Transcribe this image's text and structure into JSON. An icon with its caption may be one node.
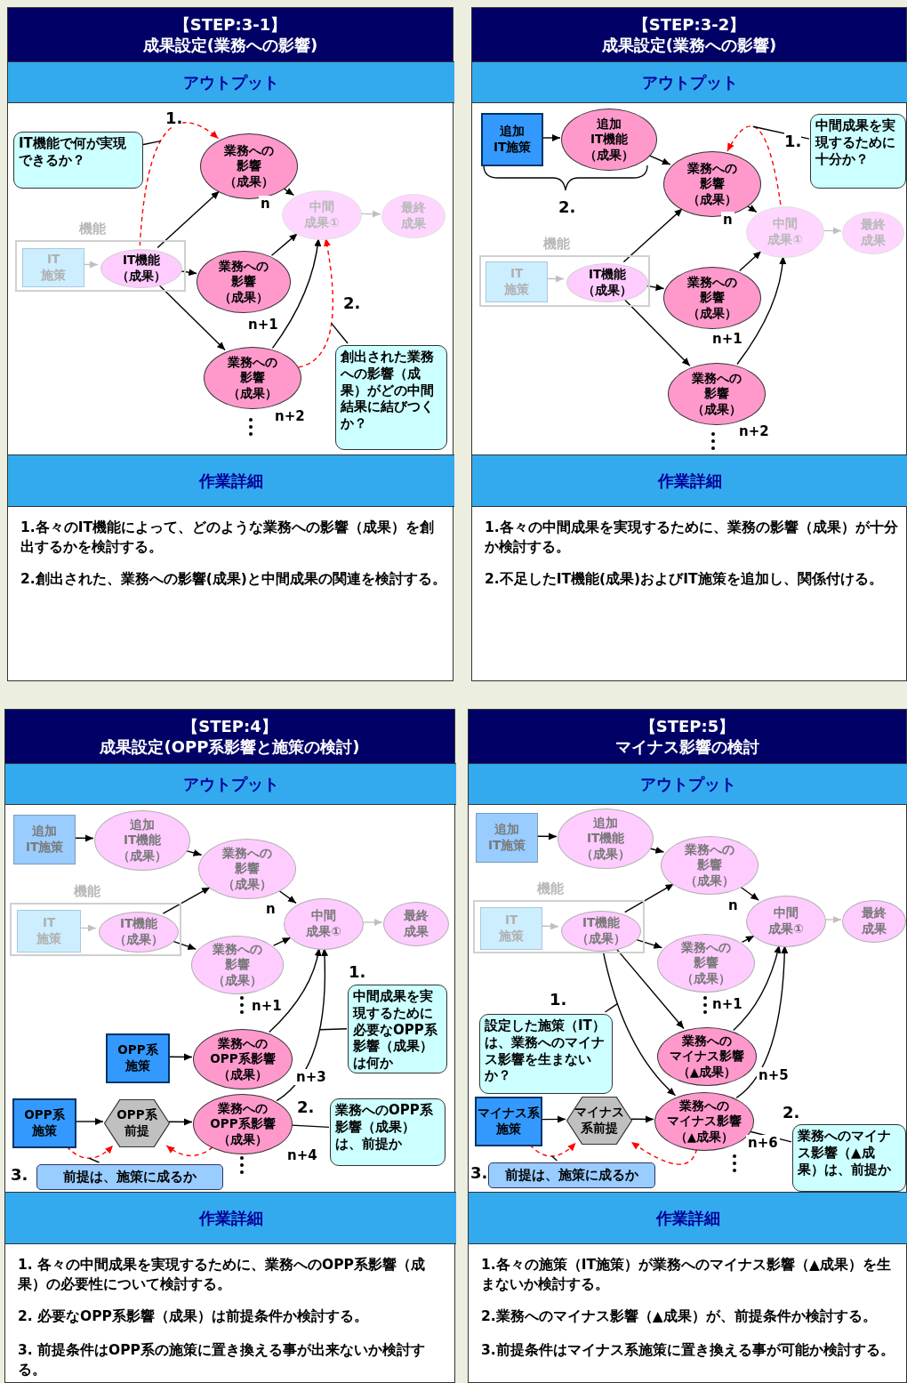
{
  "diagram": {
    "nodes": [
      {
        "text": [
          "【STEP:3-1】成果設定(業務への影響)"
        ]
      },
      {
        "text": [
          "アウトプット"
        ],
        "in": 0
      },
      {
        "text": [
          "IT機能で何が実現できるか？"
        ],
        "in": 1
      },
      {
        "text": [
          "機能"
        ],
        "in": 1
      },
      {
        "text": [
          "IT施策"
        ],
        "in": 3
      },
      {
        "text": [
          "IT機能（成果）"
        ],
        "in": 3
      },
      {
        "text": [
          "業務への影響（成果）"
        ],
        "in": 1,
        "beside": [
          "n"
        ]
      },
      {
        "text": [
          "業務への影響（成果）"
        ],
        "in": 1,
        "beside": [
          "n+1"
        ]
      },
      {
        "text": [
          "業務への影響（成果）"
        ],
        "in": 1,
        "beside": [
          "n+2"
        ]
      },
      {
        "text": [
          "中間成果①"
        ],
        "in": 1
      },
      {
        "text": [
          "最終成果"
        ],
        "in": 1
      },
      {
        "text": [
          "創出された業務への影響（成果）がどの中間結果に結びつくか？"
        ],
        "in": 1
      },
      {
        "text": [
          "作業詳細",
          "1.各々のIT機能によって、どのような業務への影響（成果）を創出するかを検討する。",
          "2.創出された、業務への影響(成果)と中間成果の関連を検討する。"
        ],
        "in": 0
      },
      {
        "text": [
          "【STEP:3-2】成果設定(業務への影響)"
        ]
      },
      {
        "text": [
          "アウトプット"
        ],
        "in": 13
      },
      {
        "text": [
          "追加IT施策"
        ],
        "in": 14
      },
      {
        "text": [
          "追加IT機能（成果）"
        ],
        "in": 14
      },
      {
        "text": [
          "機能"
        ],
        "in": 14
      },
      {
        "text": [
          "IT施策"
        ],
        "in": 17
      },
      {
        "text": [
          "IT機能（成果）"
        ],
        "in": 17
      },
      {
        "text": [
          "業務への影響（成果）"
        ],
        "in": 14,
        "beside": [
          "n"
        ]
      },
      {
        "text": [
          "業務への影響（成果）"
        ],
        "in": 14,
        "beside": [
          "n+1"
        ]
      },
      {
        "text": [
          "業務への影響（成果）"
        ],
        "in": 14,
        "beside": [
          "n+2"
        ]
      },
      {
        "text": [
          "中間成果①"
        ],
        "in": 14
      },
      {
        "text": [
          "最終成果"
        ],
        "in": 14
      },
      {
        "text": [
          "中間成果を実現するために十分か？"
        ],
        "in": 14
      },
      {
        "text": [
          "作業詳細",
          "1.各々の中間成果を実現するために、業務の影響（成果）が十分か検討する。",
          "2.不足したIT機能(成果)およびIT施策を追加し、関係付ける。"
        ],
        "in": 13
      },
      {
        "text": [
          "【STEP:4】成果設定(OPP系影響と施策の検討)"
        ]
      },
      {
        "text": [
          "アウトプット"
        ],
        "in": 27
      },
      {
        "text": [
          "追加IT施策"
        ],
        "in": 28
      },
      {
        "text": [
          "追加IT機能（成果）"
        ],
        "in": 28
      },
      {
        "text": [
          "機能"
        ],
        "in": 28
      },
      {
        "text": [
          "IT施策"
        ],
        "in": 31
      },
      {
        "text": [
          "IT機能（成果）"
        ],
        "in": 31
      },
      {
        "text": [
          "業務への影響（成果）"
        ],
        "in": 28,
        "beside": [
          "n"
        ]
      },
      {
        "text": [
          "業務への影響（成果）"
        ],
        "in": 28,
        "beside": [
          "n+1"
        ]
      },
      {
        "text": [
          "中間成果①"
        ],
        "in": 28
      },
      {
        "text": [
          "最終成果"
        ],
        "in": 28
      },
      {
        "text": [
          "OPP系施策"
        ],
        "in": 28
      },
      {
        "text": [
          "業務へのOPP系影響（成果）"
        ],
        "in": 28,
        "beside": [
          "n+3"
        ]
      },
      {
        "text": [
          "OPP系施策"
        ],
        "in": 28
      },
      {
        "text": [
          "OPP系前提"
        ],
        "in": 28
      },
      {
        "text": [
          "業務へのOPP系影響（成果）"
        ],
        "in": 28,
        "beside": [
          "n+4"
        ]
      },
      {
        "text": [
          "中間成果を実現するために必要なOPP系影響（成果）は何か"
        ],
        "in": 28
      },
      {
        "text": [
          "業務へのOPP系影響（成果）は、前提か"
        ],
        "in": 28
      },
      {
        "text": [
          "前提は、施策に成るか"
        ],
        "in": 28
      },
      {
        "text": [
          "作業詳細",
          "1. 各々の中間成果を実現するために、業務へのOPP系影響（成果）の必要性について検討する。",
          "2. 必要なOPP系影響（成果）は前提条件か検討する。",
          "3. 前提条件はOPP系の施策に置き換える事が出来ないか検討する。"
        ],
        "in": 27
      },
      {
        "text": [
          "【STEP:5】マイナス影響の検討"
        ]
      },
      {
        "text": [
          "アウトプット"
        ],
        "in": 47
      },
      {
        "text": [
          "追加IT施策"
        ],
        "in": 48
      },
      {
        "text": [
          "追加IT機能（成果）"
        ],
        "in": 48
      },
      {
        "text": [
          "機能"
        ],
        "in": 48
      },
      {
        "text": [
          "IT施策"
        ],
        "in": 51
      },
      {
        "text": [
          "IT機能（成果）"
        ],
        "in": 51
      },
      {
        "text": [
          "業務への影響（成果）"
        ],
        "in": 48,
        "beside": [
          "n"
        ]
      },
      {
        "text": [
          "業務への影響（成果）"
        ],
        "in": 48,
        "beside": [
          "n+1"
        ]
      },
      {
        "text": [
          "中間成果①"
        ],
        "in": 48
      },
      {
        "text": [
          "最終成果"
        ],
        "in": 48
      },
      {
        "text": [
          "設定した施策（IT）は、業務へのマイナス影響を生まないか？"
        ],
        "in": 48
      },
      {
        "text": [
          "業務へのマイナス影響（▲成果）"
        ],
        "in": 48,
        "beside": [
          "n+5"
        ]
      },
      {
        "text": [
          "マイナス系施策"
        ],
        "in": 48
      },
      {
        "text": [
          "マイナス系前提"
        ],
        "in": 48
      },
      {
        "text": [
          "業務へのマイナス影響（▲成果）"
        ],
        "in": 48,
        "beside": [
          "n+6"
        ]
      },
      {
        "text": [
          "業務へのマイナス影響（▲成果）は、前提か"
        ],
        "in": 48
      },
      {
        "text": [
          "前提は、施策に成るか"
        ],
        "in": 48
      },
      {
        "text": [
          "作業詳細",
          "1.各々の施策（IT施策）が業務へのマイナス影響（▲成果）を生まないか検討する。",
          "2.業務へのマイナス影響（▲成果）が、前提条件か検討する。",
          "3.前提条件はマイナス系施策に置き換える事が可能か検討する。"
        ],
        "in": 47
      }
    ],
    "edges": [
      {
        "from": 4,
        "to": 5,
        "arrow": "to",
        "color": "#c0c0c0"
      },
      {
        "from": 5,
        "to": 6,
        "arrow": "to"
      },
      {
        "from": 5,
        "to": 7,
        "arrow": "to"
      },
      {
        "from": 5,
        "to": 8,
        "arrow": "to"
      },
      {
        "from": 6,
        "to": 9,
        "arrow": "to"
      },
      {
        "from": 7,
        "to": 9,
        "arrow": "to"
      },
      {
        "from": 8,
        "to": 9,
        "arrow": "to"
      },
      {
        "from": 9,
        "to": 10,
        "arrow": "to",
        "color": "#c0c0c0"
      },
      {
        "from": 5,
        "to": 6,
        "arrow": "to",
        "label": "1.",
        "style": "dashed",
        "color": "#ff0000"
      },
      {
        "from": 8,
        "to": 9,
        "arrow": "to",
        "label": "2.",
        "style": "dashed",
        "color": "#ff0000"
      },
      {
        "from": 2,
        "to": null,
        "arrow": "none"
      },
      {
        "from": 11,
        "to": null,
        "arrow": "none"
      },
      {
        "from": 15,
        "to": 16,
        "arrow": "to"
      },
      {
        "from": 16,
        "to": 20,
        "arrow": "to"
      },
      {
        "from": 18,
        "to": 19,
        "arrow": "to",
        "color": "#c0c0c0"
      },
      {
        "from": 19,
        "to": 20,
        "arrow": "to"
      },
      {
        "from": 19,
        "to": 21,
        "arrow": "to"
      },
      {
        "from": 19,
        "to": 22,
        "arrow": "to"
      },
      {
        "from": 20,
        "to": 23,
        "arrow": "to"
      },
      {
        "from": 21,
        "to": 23,
        "arrow": "to"
      },
      {
        "from": 22,
        "to": 23,
        "arrow": "to"
      },
      {
        "from": 23,
        "to": 24,
        "arrow": "to",
        "color": "#c0c0c0"
      },
      {
        "from": 23,
        "to": 20,
        "arrow": "to",
        "label": "1.",
        "style": "dashed",
        "color": "#ff0000"
      },
      {
        "from": 25,
        "to": null,
        "arrow": "none"
      },
      {
        "from": 29,
        "to": 30,
        "arrow": "to"
      },
      {
        "from": 30,
        "to": 34,
        "arrow": "to"
      },
      {
        "from": 32,
        "to": 33,
        "arrow": "to",
        "color": "#c0c0c0"
      },
      {
        "from": 33,
        "to": 34,
        "arrow": "to"
      },
      {
        "from": 33,
        "to": 35,
        "arrow": "to"
      },
      {
        "from": 34,
        "to": 36,
        "arrow": "to"
      },
      {
        "from": 35,
        "to": 36,
        "arrow": "to"
      },
      {
        "from": 36,
        "to": 37,
        "arrow": "to",
        "color": "#c0c0c0"
      },
      {
        "from": 38,
        "to": 39,
        "arrow": "to"
      },
      {
        "from": 39,
        "to": 36,
        "arrow": "to"
      },
      {
        "from": 40,
        "to": 41,
        "arrow": "to"
      },
      {
        "from": 41,
        "to": 42,
        "arrow": "to"
      },
      {
        "from": 42,
        "to": 36,
        "arrow": "to"
      },
      {
        "from": 40,
        "to": 41,
        "arrow": "to",
        "style": "dashed",
        "color": "#ff0000"
      },
      {
        "from": 42,
        "to": 41,
        "arrow": "to",
        "style": "dashed",
        "color": "#ff0000"
      },
      {
        "from": 43,
        "to": null,
        "arrow": "none"
      },
      {
        "from": 44,
        "to": 42,
        "arrow": "none"
      },
      {
        "from": 45,
        "to": null,
        "arrow": "none"
      },
      {
        "from": 49,
        "to": 50,
        "arrow": "to"
      },
      {
        "from": 50,
        "to": 54,
        "arrow": "to"
      },
      {
        "from": 52,
        "to": 53,
        "arrow": "to",
        "color": "#c0c0c0"
      },
      {
        "from": 53,
        "to": 54,
        "arrow": "to"
      },
      {
        "from": 53,
        "to": 55,
        "arrow": "to"
      },
      {
        "from": 53,
        "to": 59,
        "arrow": "to"
      },
      {
        "from": 53,
        "to": 62,
        "arrow": "to"
      },
      {
        "from": 54,
        "to": 56,
        "arrow": "to"
      },
      {
        "from": 55,
        "to": 56,
        "arrow": "to"
      },
      {
        "from": 59,
        "to": 56,
        "arrow": "to"
      },
      {
        "from": 62,
        "to": 56,
        "arrow": "to"
      },
      {
        "from": 56,
        "to": 57,
        "arrow": "to",
        "color": "#c0c0c0"
      },
      {
        "from": 60,
        "to": 61,
        "arrow": "to"
      },
      {
        "from": 61,
        "to": 62,
        "arrow": "to"
      },
      {
        "from": 60,
        "to": 61,
        "arrow": "to",
        "style": "dashed",
        "color": "#ff0000"
      },
      {
        "from": 62,
        "to": 61,
        "arrow": "to",
        "style": "dashed",
        "color": "#ff0000"
      },
      {
        "from": 58,
        "to": null,
        "arrow": "none"
      },
      {
        "from": 63,
        "to": 62,
        "arrow": "none"
      },
      {
        "from": 64,
        "to": null,
        "arrow": "none"
      }
    ],
    "labels": [
      "2.",
      "1.",
      "2.",
      "3.",
      "1.",
      "2.",
      "3."
    ]
  }
}
